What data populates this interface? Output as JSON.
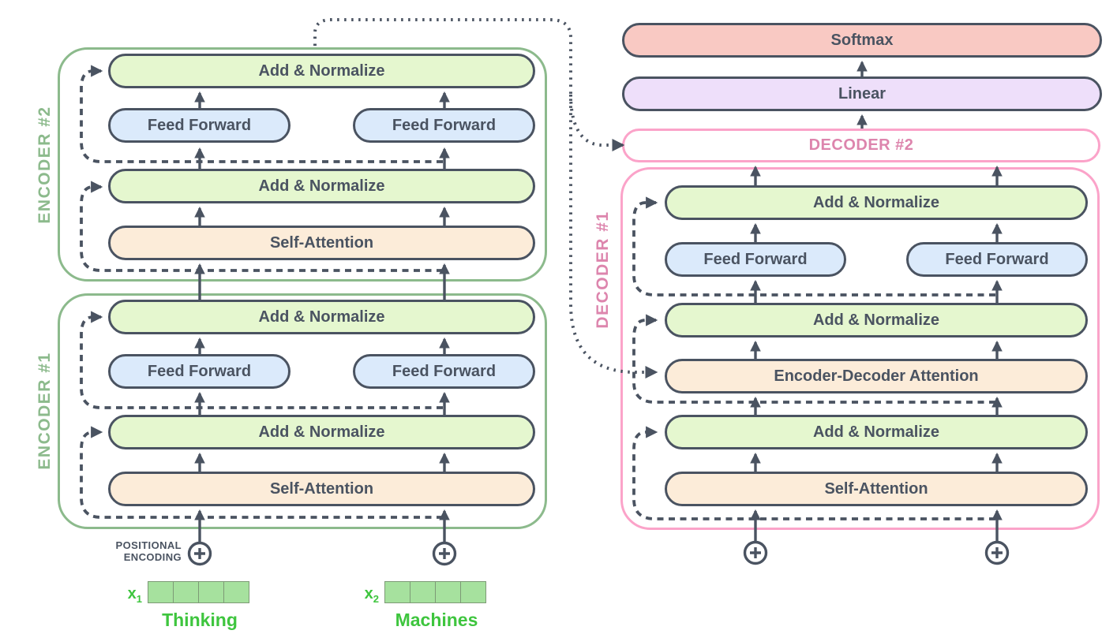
{
  "layer_labels": {
    "add_normalize": "Add & Normalize",
    "feed_forward": "Feed Forward",
    "self_attention": "Self-Attention",
    "encoder_decoder_attention": "Encoder-Decoder Attention",
    "softmax": "Softmax",
    "linear": "Linear"
  },
  "group_labels": {
    "encoder1": "ENCODER #1",
    "encoder2": "ENCODER #2",
    "decoder1": "DECODER #1",
    "decoder2": "DECODER #2"
  },
  "input_annotations": {
    "positional_line1": "POSITIONAL",
    "positional_line2": "ENCODING"
  },
  "embeddings": [
    {
      "base": "x",
      "sub": "1",
      "token": "Thinking",
      "cell_count": 4
    },
    {
      "base": "x",
      "sub": "2",
      "token": "Machines",
      "cell_count": 4
    }
  ],
  "icons": {
    "plus_circle": "plus-circle (add positional encoding)",
    "arrow": "up arrow (data flow)",
    "dashed_arrow": "dashed arrow (residual connection)",
    "dotted_arrow": "dotted arrow (encoder output to decoders)"
  },
  "colors": {
    "outline": "#4a5361",
    "add_normalize_fill": "#e5f7cf",
    "feed_forward_fill": "#dbeafb",
    "attention_fill": "#fcecd9",
    "softmax_fill": "#f9c9c3",
    "linear_fill": "#eedffa",
    "encoder_border": "#8cba8c",
    "decoder_border": "#fba3c9",
    "decoder_label": "#dd85ad",
    "token_text": "#3ec53e",
    "embedding_fill": "#a6e19e",
    "embedding_border": "#7d9a76"
  }
}
